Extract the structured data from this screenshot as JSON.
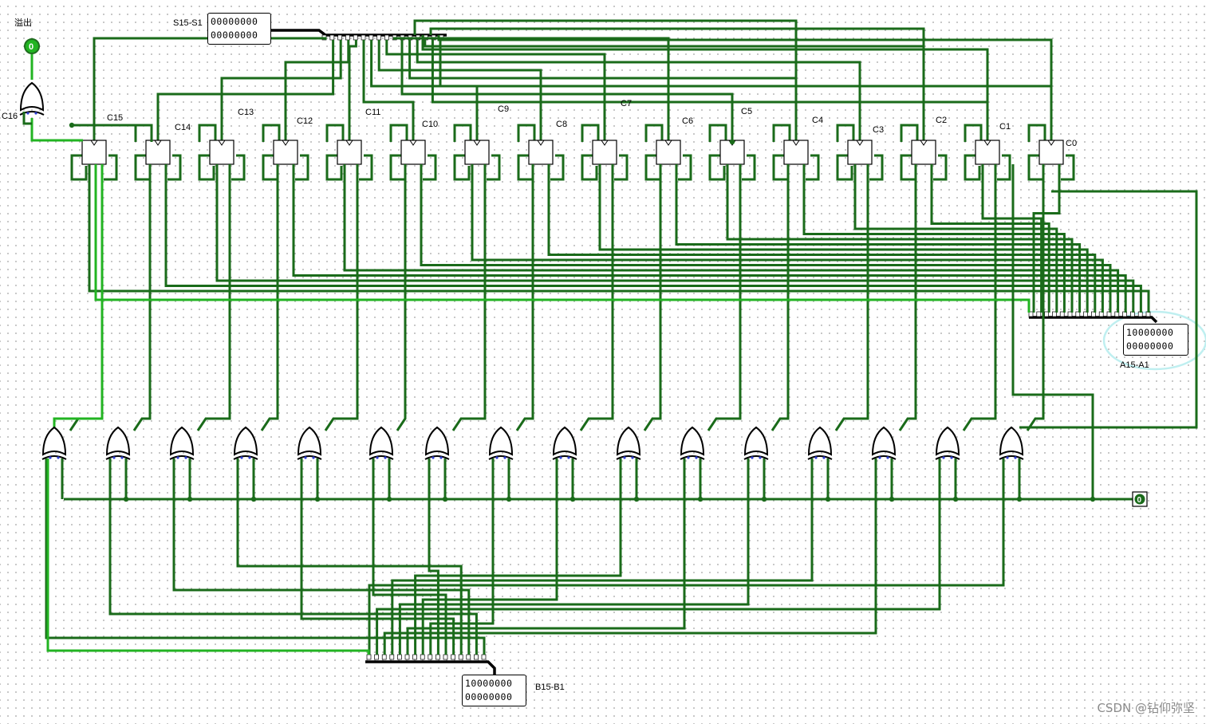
{
  "pins": {
    "sum": {
      "label": "S15-S1",
      "rows": [
        "00000000",
        "00000000"
      ]
    },
    "a": {
      "label": "A15-A1",
      "rows": [
        "10000000",
        "00000000"
      ]
    },
    "b": {
      "label": "B15-B1",
      "rows": [
        "10000000",
        "00000000"
      ]
    },
    "overflow": {
      "label": "溢出",
      "value": "0"
    },
    "sub_control": {
      "value": "0"
    }
  },
  "adders": {
    "labels": [
      "C16",
      "C15",
      "C14",
      "C13",
      "C12",
      "C11",
      "C10",
      "C9",
      "C8",
      "C7",
      "C6",
      "C5",
      "C4",
      "C3",
      "C2",
      "C1",
      "C0"
    ]
  },
  "colors": {
    "wire_dark": "#1a6b1a",
    "wire_bright": "#22b422",
    "bus": "#000000",
    "highlight": "#bfeff0"
  },
  "watermark": "CSDN @钻仰弥坚"
}
